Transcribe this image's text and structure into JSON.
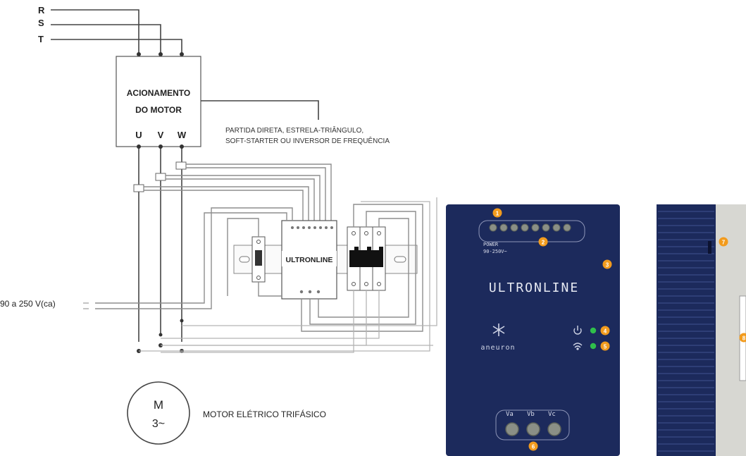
{
  "phases": {
    "r": "R",
    "s": "S",
    "t": "T"
  },
  "drive": {
    "line1": "ACIONAMENTO",
    "line2": "DO MOTOR",
    "u": "U",
    "v": "V",
    "w": "W"
  },
  "note": {
    "line1": "PARTIDA DIRETA, ESTRELA-TRIÂNGULO,",
    "line2": "SOFT-STARTER OU INVERSOR DE FREQUÊNCIA"
  },
  "supply_label": "90 a 250 V(ca)",
  "device_label": "ULTRONLINE",
  "motor": {
    "symbol": "M",
    "phase": "3~",
    "caption": "MOTOR ELÉTRICO TRIFÁSICO"
  },
  "front_panel": {
    "brand": "ULTRONLINE",
    "maker": "aneuron",
    "power_line1": "POWER",
    "power_line2": "90-250V~",
    "terminal_labels": [
      "Va",
      "Vb",
      "Vc"
    ],
    "callouts": [
      "1",
      "2",
      "3",
      "4",
      "5",
      "6"
    ],
    "power_icon": "power-icon",
    "wifi_icon": "wifi-icon",
    "logo_icon": "snowflake-icon"
  },
  "side_panel": {
    "callouts": [
      "7",
      "8"
    ]
  },
  "colors": {
    "panel_blue": "#1c2a5c",
    "callout_orange": "#f29b1d",
    "led_green": "#2fbf4b",
    "side_grey": "#d7d7d2"
  }
}
